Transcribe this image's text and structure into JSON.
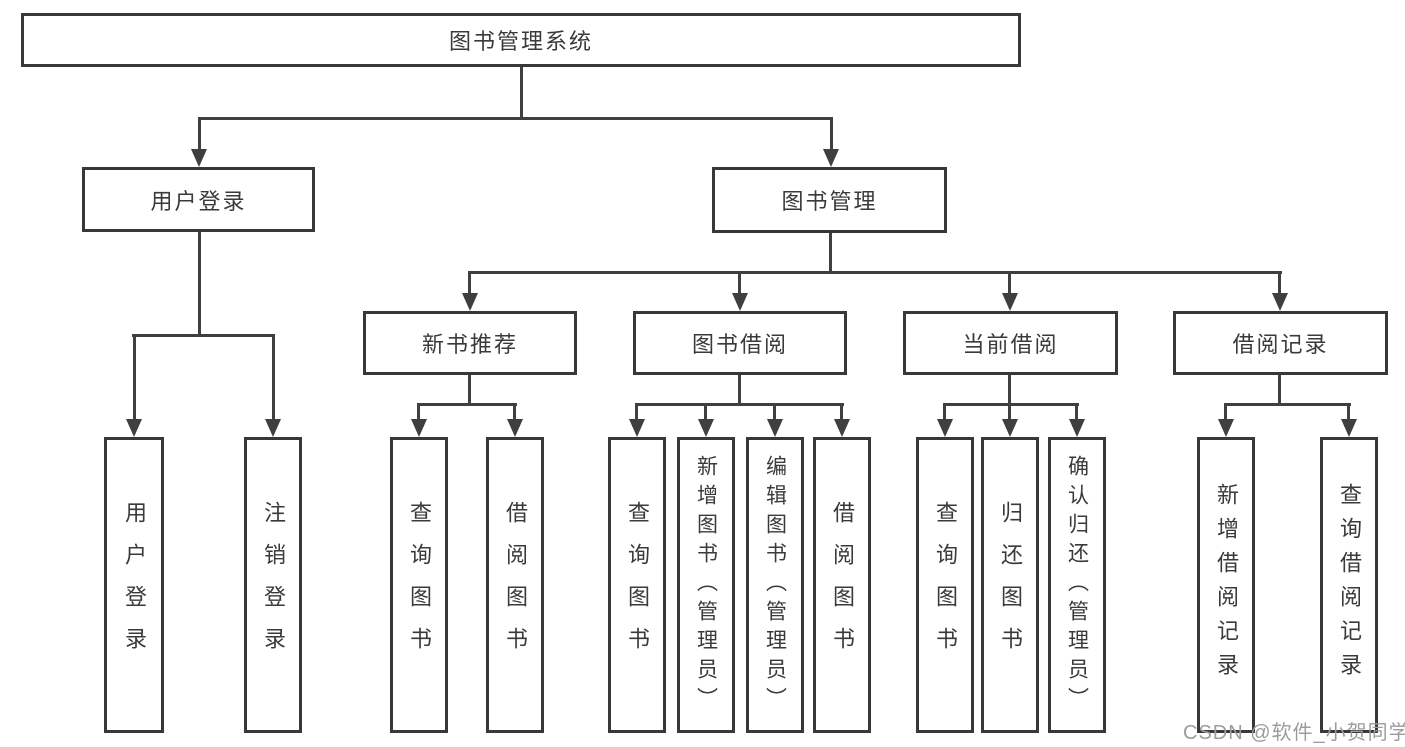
{
  "colors": {
    "line": "#3f3f3f",
    "border": "#383838",
    "text": "#3a3a3a",
    "watermark": "#9c9c9c",
    "bg": "#ffffff"
  },
  "diagram": {
    "root": {
      "label": "图书管理系统",
      "children": [
        {
          "label": "用户登录",
          "children": [
            {
              "label": "用户登录"
            },
            {
              "label": "注销登录"
            }
          ]
        },
        {
          "label": "图书管理",
          "children": [
            {
              "label": "新书推荐",
              "children": [
                {
                  "label": "查询图书"
                },
                {
                  "label": "借阅图书"
                }
              ]
            },
            {
              "label": "图书借阅",
              "children": [
                {
                  "label": "查询图书"
                },
                {
                  "label": "新增图书（管理员）"
                },
                {
                  "label": "编辑图书（管理员）"
                },
                {
                  "label": "借阅图书"
                }
              ]
            },
            {
              "label": "当前借阅",
              "children": [
                {
                  "label": "查询图书"
                },
                {
                  "label": "归还图书"
                },
                {
                  "label": "确认归还（管理员）"
                }
              ]
            },
            {
              "label": "借阅记录",
              "children": [
                {
                  "label": "新增借阅记录"
                },
                {
                  "label": "查询借阅记录"
                }
              ]
            }
          ]
        }
      ]
    }
  },
  "watermark": {
    "text": "CSDN @软件_小贺同学"
  }
}
